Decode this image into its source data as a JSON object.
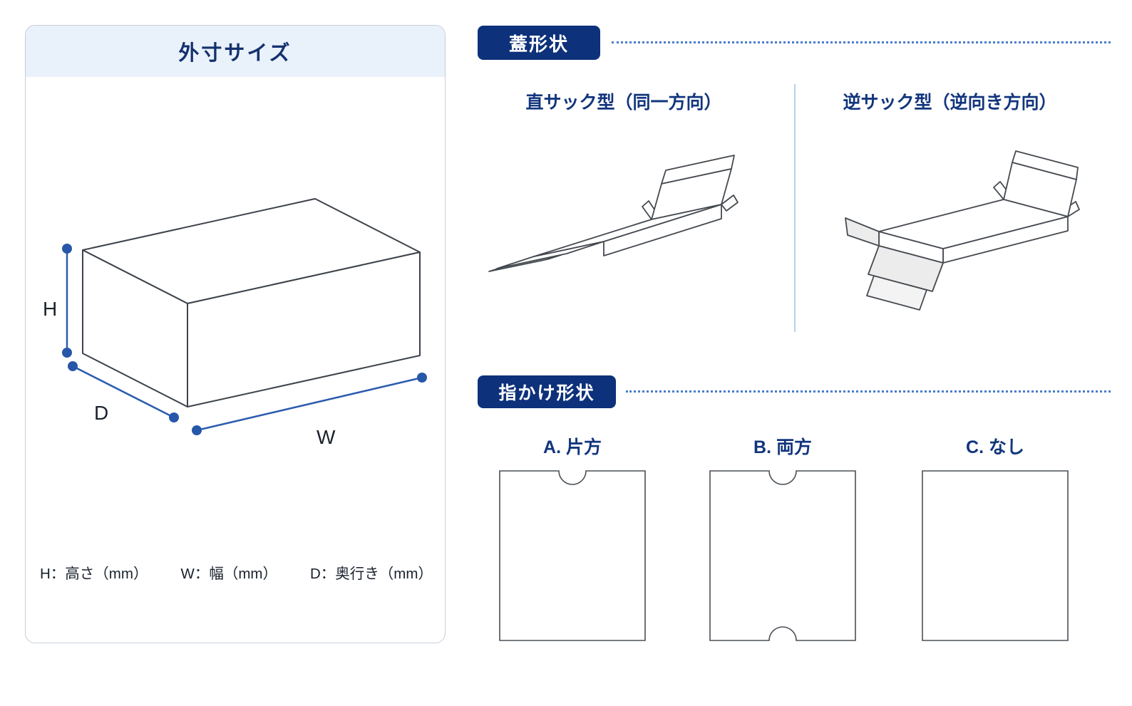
{
  "colors": {
    "navy_text": "#12357d",
    "badge_bg": "#0d317a",
    "card_header_bg": "#e9f1fa",
    "dimension_blue": "#2c5cae",
    "dotted_line_blue": "#4a7ccc",
    "divider_blue": "#b7d2ec",
    "line_art_gray": "#454a51"
  },
  "size_card": {
    "title": "外寸サイズ",
    "dim_labels": {
      "h": "H",
      "d": "D",
      "w": "W"
    },
    "legend": [
      "H：高さ（mm）",
      "W：幅（mm）",
      "D：奥行き（mm）"
    ]
  },
  "lid_section": {
    "badge": "蓋形状",
    "options": [
      {
        "label": "直サック型（同一方向）",
        "drawing": "straight-tuck-carton"
      },
      {
        "label": "逆サック型（逆向き方向）",
        "drawing": "reverse-tuck-carton"
      }
    ]
  },
  "notch_section": {
    "badge": "指かけ形状",
    "options": [
      {
        "label": "A. 片方",
        "notches": "top"
      },
      {
        "label": "B. 両方",
        "notches": "top-bottom"
      },
      {
        "label": "C. なし",
        "notches": "none"
      }
    ]
  }
}
